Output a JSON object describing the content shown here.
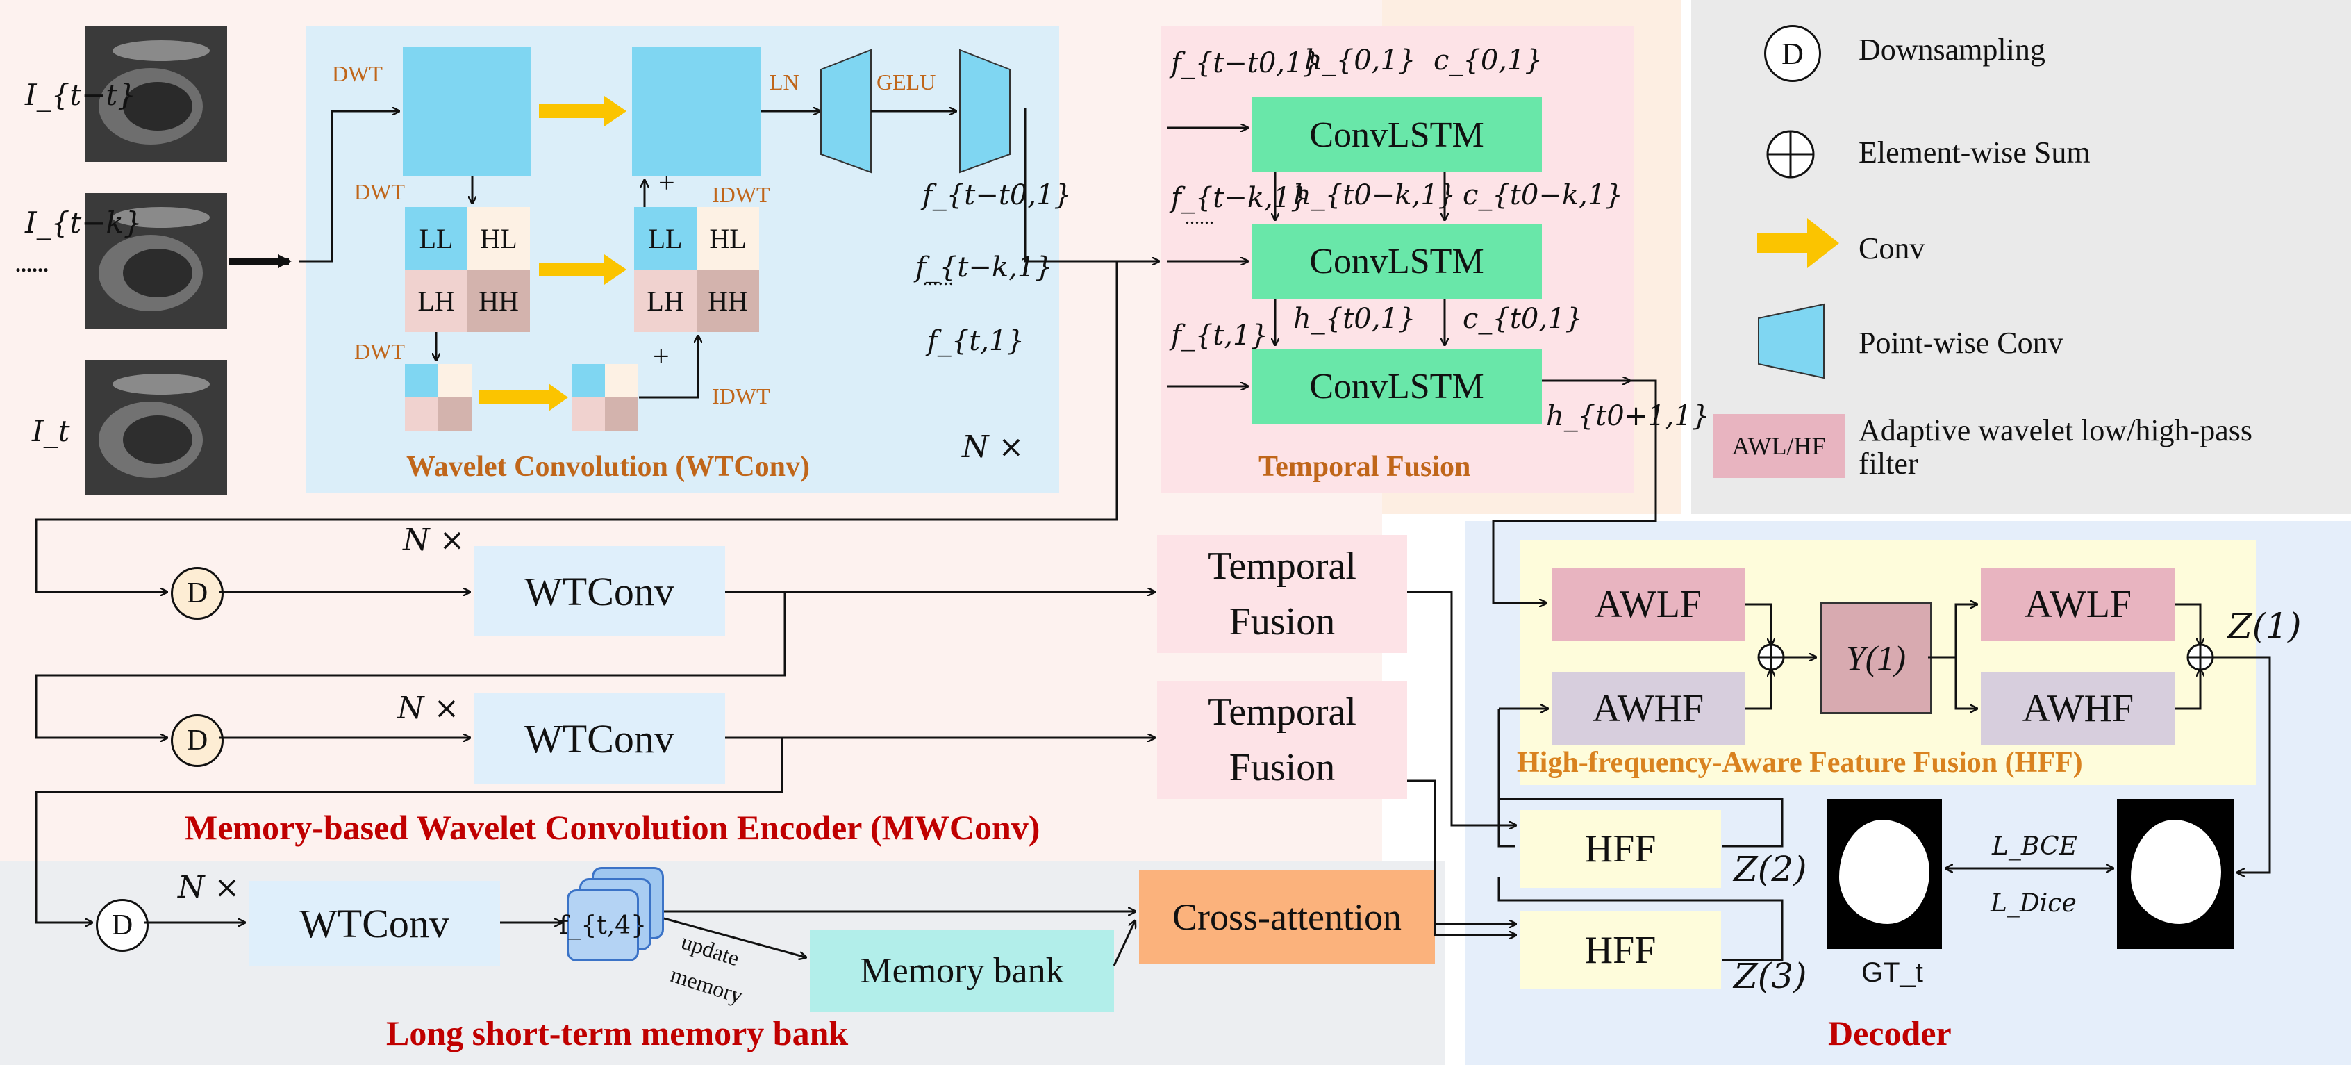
{
  "frames": {
    "first": "I_{t−t}",
    "middle": "I_{t−k}",
    "dots": "......",
    "current": "I_t"
  },
  "wtconv_block": {
    "title": "Wavelet Convolution (WTConv)",
    "repeat": "N ×",
    "dwt": "DWT",
    "idwt": "IDWT",
    "ln": "LN",
    "gelu": "GELU",
    "plus": "+",
    "subbands": [
      "LL",
      "HL",
      "LH",
      "HH"
    ]
  },
  "features": {
    "f_t0": "f_{t−t0,1}",
    "f_tk": "f_{t−k,1}",
    "dots": "......",
    "f_t": "f_{t,1}"
  },
  "temporal_block": {
    "title": "Temporal Fusion",
    "cell": "ConvLSTM",
    "inputs_top": [
      "f_{t−t0,1}",
      "h_{0,1}",
      "c_{0,1}"
    ],
    "row2_inputs": [
      "f_{t−k,1}",
      "h_{t0−k,1}",
      "c_{t0−k,1}"
    ],
    "row3_inputs": [
      "f_{t,1}",
      "h_{t0,1}",
      "c_{t0,1}"
    ],
    "output": "h_{t0+1,1}"
  },
  "legend": {
    "items": [
      {
        "icon": "D",
        "label": "Downsampling"
      },
      {
        "icon": "⊕",
        "label": "Element-wise Sum"
      },
      {
        "icon": "arrow",
        "label": "Conv"
      },
      {
        "icon": "trapezoid",
        "label": "Point-wise Conv"
      },
      {
        "icon": "AWL/HF",
        "label": "Adaptive wavelet low/high-pass filter"
      }
    ]
  },
  "encoder": {
    "title": "Memory-based Wavelet Convolution Encoder (MWConv)",
    "down": "D",
    "repeat": "N ×",
    "wtconv": "WTConv",
    "fusion": "Temporal Fusion"
  },
  "memory": {
    "title": "Long short-term memory bank",
    "wtconv": "WTConv",
    "feature": "f_{t,4}",
    "update_label": "update memory",
    "bank": "Memory bank",
    "cross_attention": "Cross-attention"
  },
  "decoder": {
    "title": "Decoder",
    "hff_title": "High-frequency-Aware Feature Fusion (HFF)",
    "awlf": "AWLF",
    "awhf": "AWHF",
    "y": "Y(1)",
    "z1": "Z(1)",
    "z2": "Z(2)",
    "z3": "Z(3)",
    "hff": "HFF",
    "gt": "GT_t",
    "loss_bce": "L_BCE",
    "loss_dice": "L_Dice"
  },
  "colors": {
    "wt_bg": "#dbeef9",
    "tf_bg": "#fde3e7",
    "legend_bg": "#eaeaea",
    "decoder_bg": "#e5eefa",
    "hff_bg": "#fefcdb",
    "convlstm": "#69e7a9",
    "cyan": "#7fd6f2",
    "awl": "#e8b4c0",
    "awh": "#d7cedd",
    "cross": "#fbb27c",
    "memory_bank": "#b2eeea",
    "wtconv_box": "#dfeffb",
    "accent_orange": "#c0661a",
    "accent_red": "#c00000"
  }
}
